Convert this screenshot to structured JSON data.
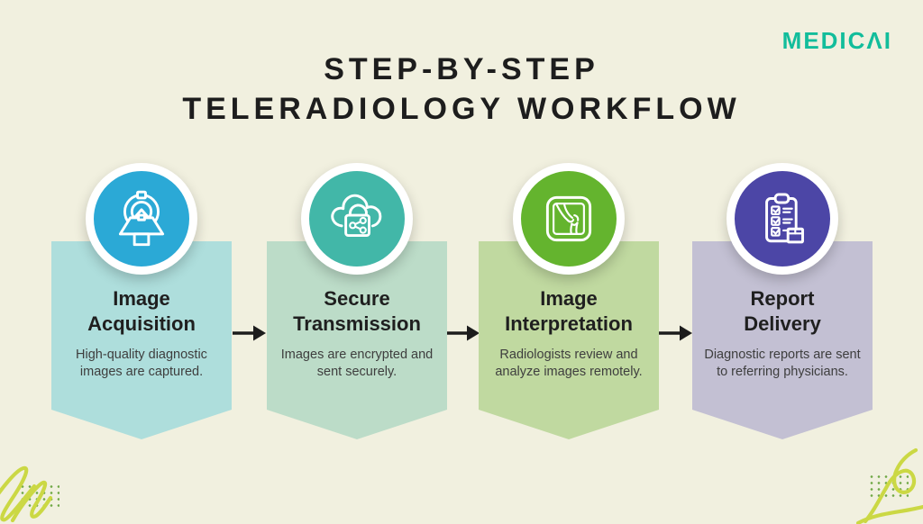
{
  "page": {
    "background_color": "#F1F0DF"
  },
  "logo": {
    "text": "MEDICAI",
    "display": "MEDICΛI",
    "color": "#12BD9B"
  },
  "title": {
    "line1": "STEP-BY-STEP",
    "line2": "TELERADIOLOGY WORKFLOW"
  },
  "steps": [
    {
      "title": "Image Acquisition",
      "title_lines": [
        "Image",
        "Acquisition"
      ],
      "description": "High-quality diagnostic images are captured.",
      "icon": "mri-scanner-icon",
      "circle_color": "#2BA9D6",
      "card_color": "#AEDEDC"
    },
    {
      "title": "Secure Transmission",
      "title_lines": [
        "Secure",
        "Transmission"
      ],
      "description": "Images are encrypted and sent securely.",
      "icon": "secure-cloud-lock-icon",
      "circle_color": "#42B7A8",
      "card_color": "#BCDCC8"
    },
    {
      "title": "Image Interpretation",
      "title_lines": [
        "Image",
        "Interpretation"
      ],
      "description": "Radiologists review and analyze images remotely.",
      "icon": "xray-knee-icon",
      "circle_color": "#64B42E",
      "card_color": "#C0D9A0"
    },
    {
      "title": "Report Delivery",
      "title_lines": [
        "Report",
        "Delivery"
      ],
      "description": "Diagnostic reports are sent to referring physicians.",
      "icon": "clipboard-checklist-icon",
      "circle_color": "#4C46A6",
      "card_color": "#C3C0D3"
    }
  ],
  "arrow": {
    "color": "#1C1C1C"
  },
  "decor": {
    "dot_color": "#6FA845",
    "squiggle_color": "#CBD844"
  }
}
